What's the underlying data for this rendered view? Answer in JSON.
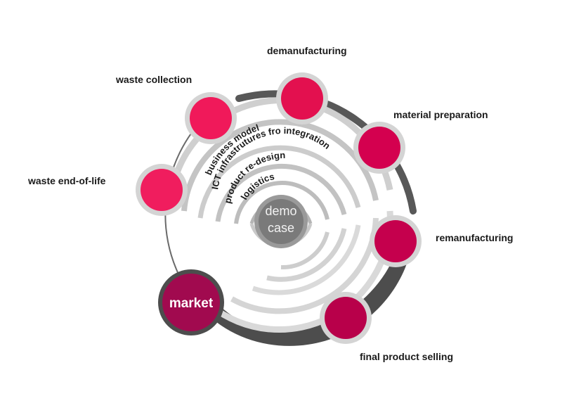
{
  "diagram": {
    "center": {
      "line1": "demo",
      "line2": "case"
    },
    "market": {
      "label": "market"
    },
    "layers": [
      {
        "label": "business model"
      },
      {
        "label": "ICT infrastrutures fro integration"
      },
      {
        "label": "product re-design"
      },
      {
        "label": "logistics"
      }
    ],
    "stages": [
      {
        "label": "demanufacturing"
      },
      {
        "label": "material preparation"
      },
      {
        "label": "remanufacturing"
      },
      {
        "label": "final product selling"
      },
      {
        "label": "waste end-of-life"
      },
      {
        "label": "waste collection"
      }
    ],
    "colors": {
      "node_pink": "#f0195a",
      "node_crimson": "#d4004f",
      "node_deep": "#b8004a",
      "market": "#a10a4f",
      "ring_dark": "#585858",
      "ring_light": "#c8c8c8",
      "center": "#7a7a7a"
    }
  }
}
